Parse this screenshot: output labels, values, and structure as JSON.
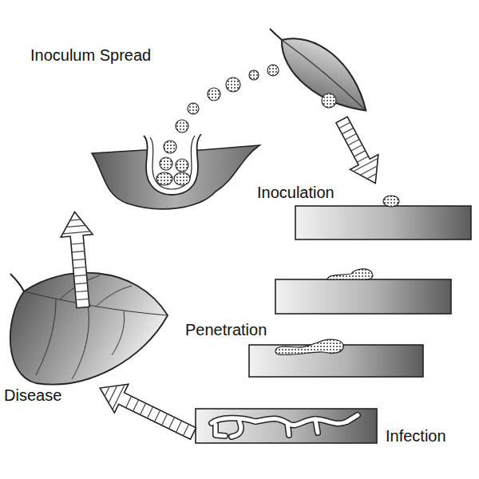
{
  "diagram": {
    "labels": [
      "Inoculum Spread",
      "Inoculation",
      "Penetration",
      "Disease",
      "Infection"
    ]
  }
}
